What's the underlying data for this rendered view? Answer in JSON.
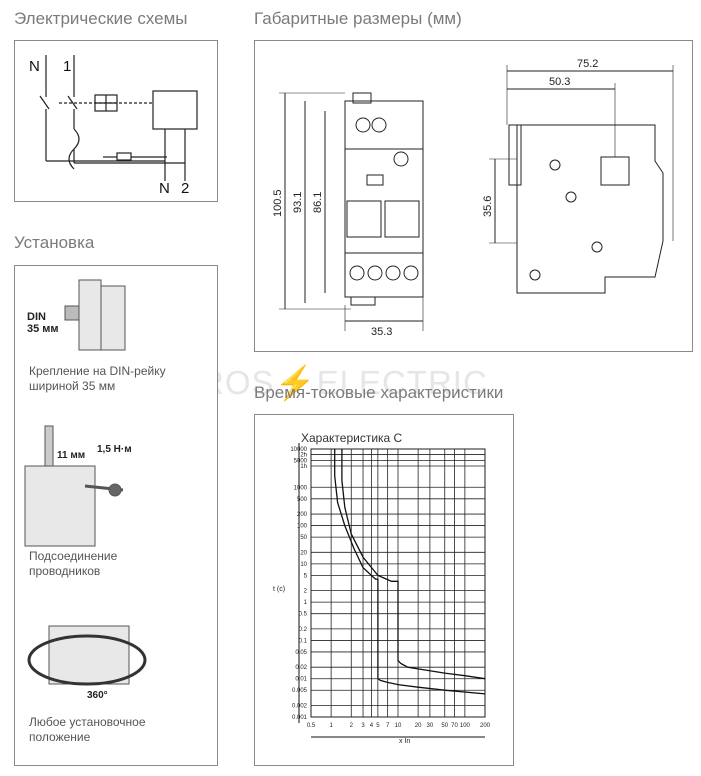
{
  "sections": {
    "schemes_title": "Электрические схемы",
    "dimensions_title": "Габаритные размеры (мм)",
    "install_title": "Установка",
    "curves_title": "Время-токовые характеристики"
  },
  "watermark": "ROS⚡ELECTRIC",
  "scheme": {
    "top_left": "N",
    "top_right": "1",
    "bottom_left": "N",
    "bottom_right": "2"
  },
  "dimensions": {
    "height_total": "100.5",
    "height_mid": "93.1",
    "height_inner": "86.1",
    "width_front": "35.3",
    "depth_total": "75.2",
    "depth_mid": "50.3",
    "side_height": "35.6"
  },
  "install": {
    "din_label": "DIN\n35 мм",
    "din_caption": "Крепление на DIN-рейку шириной 35 мм",
    "strip_length": "11 мм",
    "torque": "1,5 Н·м",
    "wiring_caption": "Подсоединение проводников",
    "rotation": "360°",
    "position_caption": "Любое установочное положение"
  },
  "chart_data": {
    "type": "line",
    "title": "Характеристика C",
    "xlabel": "x In",
    "ylabel": "t (с)",
    "x_scale": "log",
    "y_scale": "log",
    "xlim": [
      0.5,
      200
    ],
    "ylim": [
      0.001,
      10000
    ],
    "x_ticks": [
      "0.5",
      "1",
      "2",
      "3",
      "4",
      "5",
      "7",
      "10",
      "20",
      "30",
      "50",
      "70",
      "100",
      "200"
    ],
    "y_ticks": [
      "10000",
      "5000",
      "2h",
      "1h",
      "1000",
      "500",
      "200",
      "100",
      "50",
      "20",
      "10",
      "5",
      "2",
      "1",
      "0.5",
      "0.2",
      "0.1",
      "0.05",
      "0.02",
      "0.01",
      "0.005",
      "0.002",
      "0.001"
    ],
    "grid": true,
    "series": [
      {
        "x": [
          1.13,
          1.13,
          1.25,
          1.6,
          2.2,
          3.0,
          4.6,
          5.0,
          5.0,
          5.5,
          7,
          10,
          20,
          50,
          200
        ],
        "y": [
          10000,
          2000,
          400,
          100,
          25,
          8,
          4,
          4,
          0.01,
          0.009,
          0.008,
          0.007,
          0.006,
          0.005,
          0.004
        ]
      },
      {
        "x": [
          1.45,
          1.45,
          1.6,
          2.0,
          3.0,
          5,
          8,
          10,
          10,
          11,
          14,
          20,
          50,
          100,
          200
        ],
        "y": [
          10000,
          1500,
          300,
          60,
          15,
          5,
          3.5,
          3.5,
          0.03,
          0.025,
          0.02,
          0.018,
          0.014,
          0.012,
          0.01
        ]
      }
    ]
  }
}
